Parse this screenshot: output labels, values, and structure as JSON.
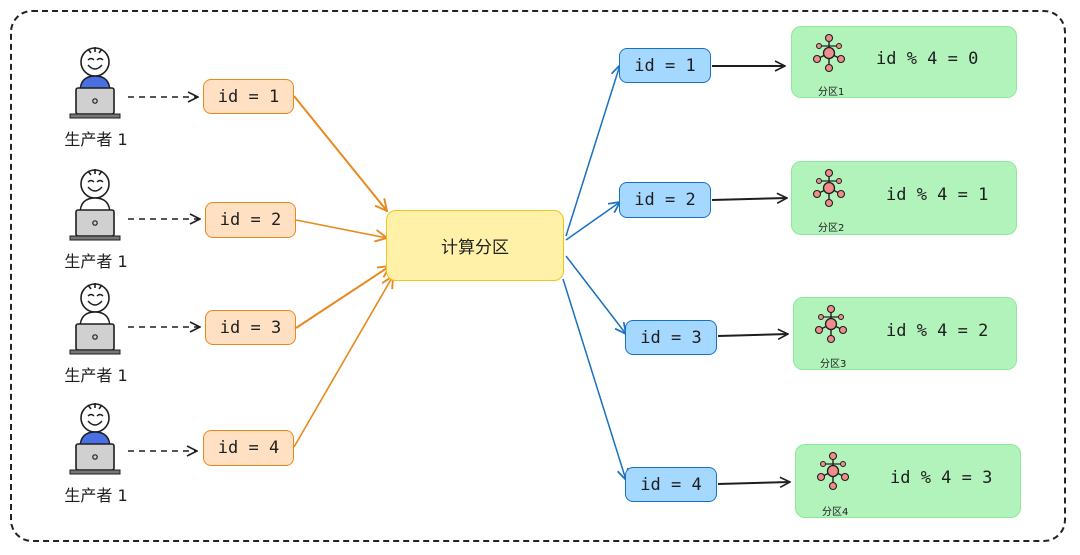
{
  "colors": {
    "orange_fill": "#ffe0c2",
    "orange_stroke": "#e8891f",
    "blue_fill": "#a5d8ff",
    "blue_stroke": "#1971c2",
    "calc_fill": "#fff1a8",
    "calc_stroke": "#f0c419",
    "green_fill": "#b2f2bb",
    "producer_blue": "#4a6fe3",
    "kafka_red": "#f08c8c"
  },
  "producers": [
    {
      "label": "生产者 1",
      "icon": "person-laptop-icon"
    },
    {
      "label": "生产者 1",
      "icon": "person-laptop-icon"
    },
    {
      "label": "生产者 1",
      "icon": "person-laptop-icon"
    },
    {
      "label": "生产者 1",
      "icon": "person-laptop-icon"
    }
  ],
  "messages": [
    "id = 1",
    "id = 2",
    "id = 3",
    "id = 4"
  ],
  "calculator": {
    "label": "计算分区"
  },
  "routed": [
    "id = 1",
    "id = 2",
    "id = 3",
    "id = 4"
  ],
  "partitions": [
    {
      "rule": "id % 4 = 0",
      "label": "分区1",
      "icon": "kafka-icon"
    },
    {
      "rule": "id % 4 = 1",
      "label": "分区2",
      "icon": "kafka-icon"
    },
    {
      "rule": "id % 4 = 2",
      "label": "分区3",
      "icon": "kafka-icon"
    },
    {
      "rule": "id % 4 = 3",
      "label": "分区4",
      "icon": "kafka-icon"
    }
  ]
}
